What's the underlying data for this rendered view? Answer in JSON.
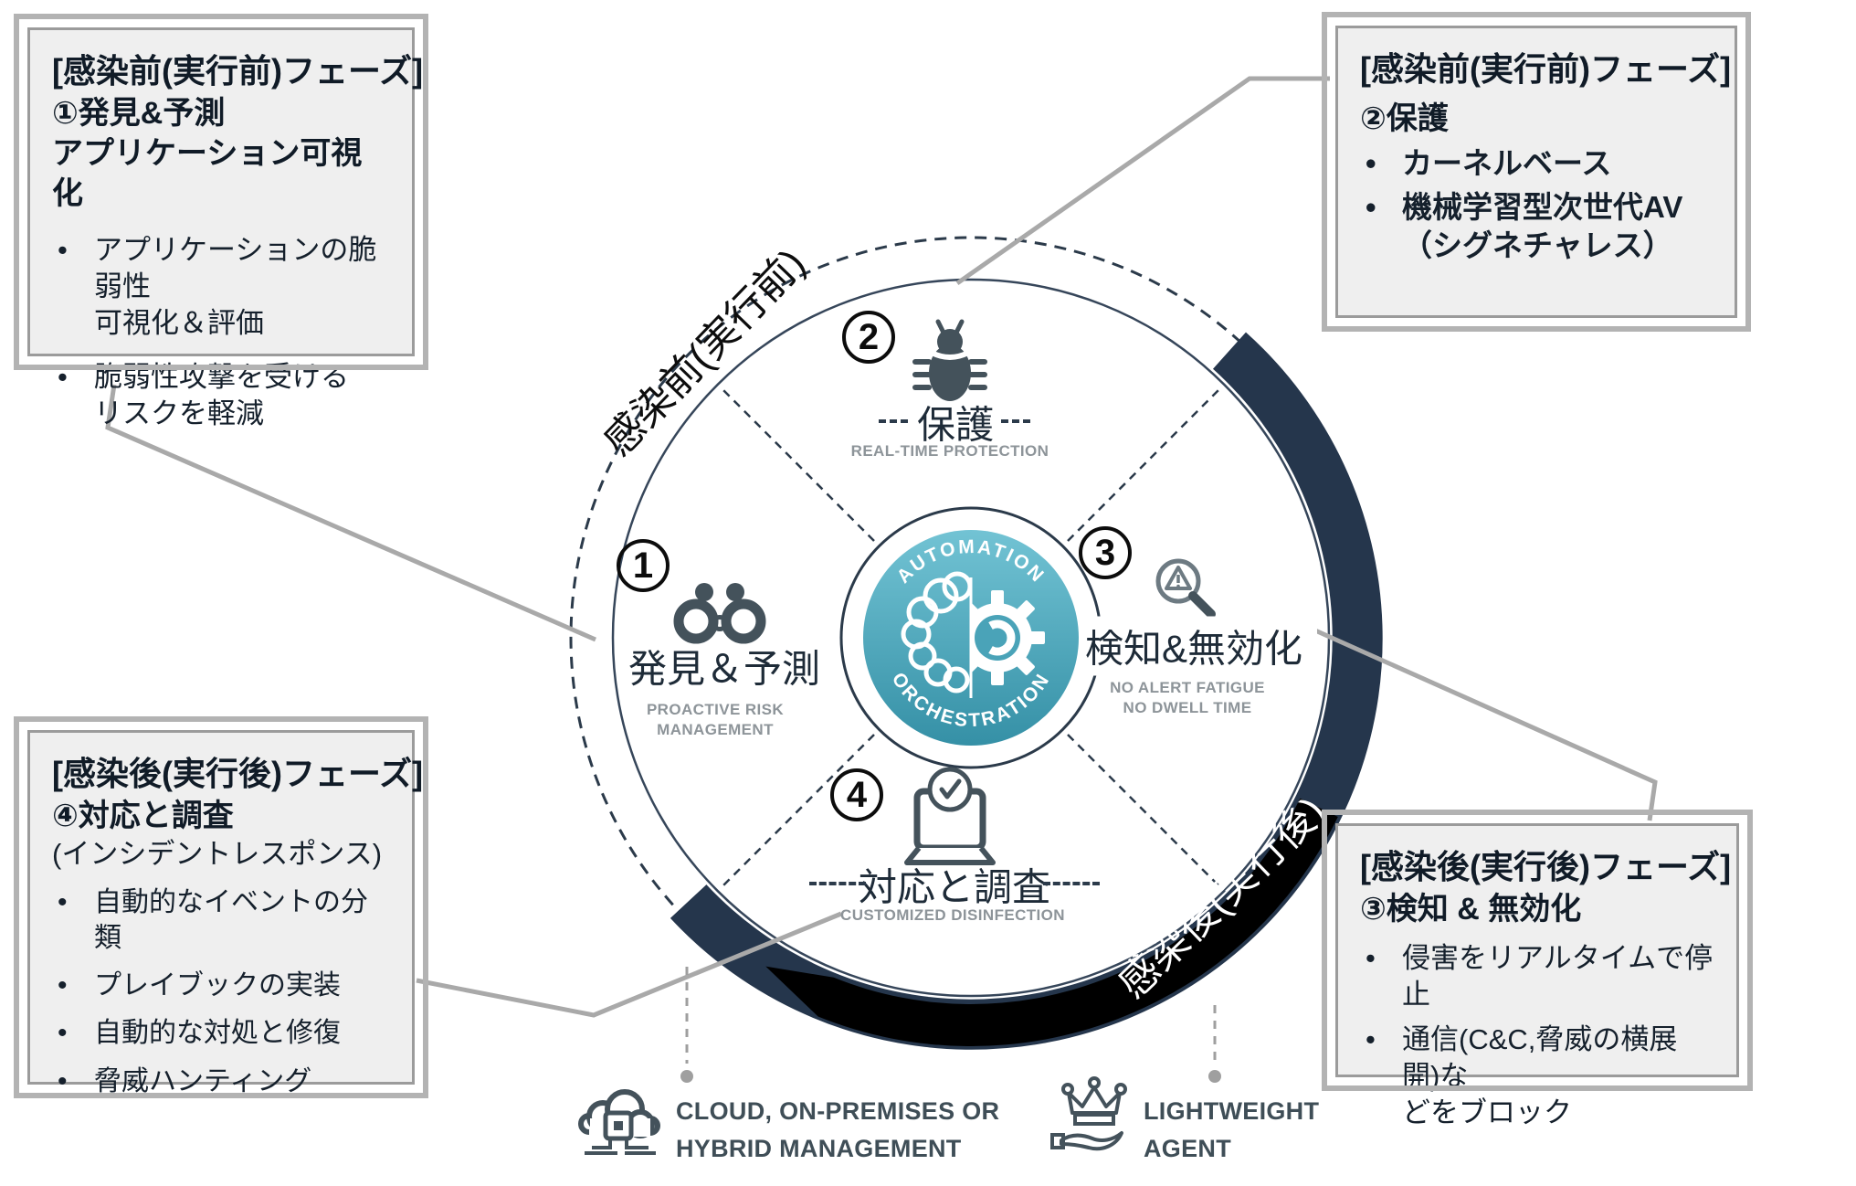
{
  "callouts": {
    "top_left": {
      "title": "[感染前(実行前)フェーズ]",
      "heading1": "①発見&予測",
      "heading2": "アプリケーション可視化",
      "bullets": [
        "アプリケーションの脆弱性\n可視化＆評価",
        "脆弱性攻撃を受ける\nリスクを軽減"
      ]
    },
    "top_right": {
      "title": "[感染前(実行前)フェーズ]",
      "heading1": "②保護",
      "bullets": [
        "カーネルベース",
        "機械学習型次世代AV\n（シグネチャレス）"
      ]
    },
    "bottom_left": {
      "title": "[感染後(実行後)フェーズ]",
      "heading1": "④対応と調査",
      "subheading": "(インシデントレスポンス)",
      "bullets": [
        "自動的なイベントの分類",
        "プレイブックの実装",
        "自動的な対処と修復",
        "脅威ハンティング"
      ]
    },
    "bottom_right": {
      "title": "[感染後(実行後)フェーズ]",
      "heading1": "③検知 & 無効化",
      "bullets": [
        "侵害をリアルタイムで停止",
        "通信(C&C,脅威の横展開)な\nどをブロック"
      ]
    }
  },
  "wheel": {
    "center_top": "AUTOMATION",
    "center_bottom": "ORCHESTRATION",
    "phase_pre": "感染前(実行前)",
    "phase_post": "感染後(実行後)",
    "quadrants": [
      {
        "number": "1",
        "label": "発見＆予測",
        "caption_line1": "PROACTIVE RISK",
        "caption_line2": "MANAGEMENT"
      },
      {
        "number": "2",
        "label": "保護",
        "caption_line1": "REAL-TIME PROTECTION",
        "caption_line2": ""
      },
      {
        "number": "3",
        "label": "検知&無効化",
        "caption_line1": "NO ALERT FATIGUE",
        "caption_line2": "NO DWELL TIME"
      },
      {
        "number": "4",
        "label": "対応と調査",
        "caption_line1": "CUSTOMIZED DISINFECTION",
        "caption_line2": ""
      }
    ]
  },
  "legend": {
    "management": {
      "line1": "CLOUD, ON-PREMISES OR",
      "line2": "HYBRID MANAGEMENT"
    },
    "agent": {
      "line1": "LIGHTWEIGHT",
      "line2": "AGENT"
    }
  },
  "misc": {
    "bullet": "•"
  },
  "colors": {
    "navy_arc": "#25364c",
    "circle_stroke": "#2b3a4a",
    "teal_light": "#72c3d4",
    "teal_dark": "#3590a6",
    "icon": "#44525b",
    "caption_gray": "#8d9499",
    "box_bg": "#efefef",
    "box_border": "#9b9b9b",
    "connector": "#a9a9a9",
    "ribbon_black": "#000000"
  }
}
